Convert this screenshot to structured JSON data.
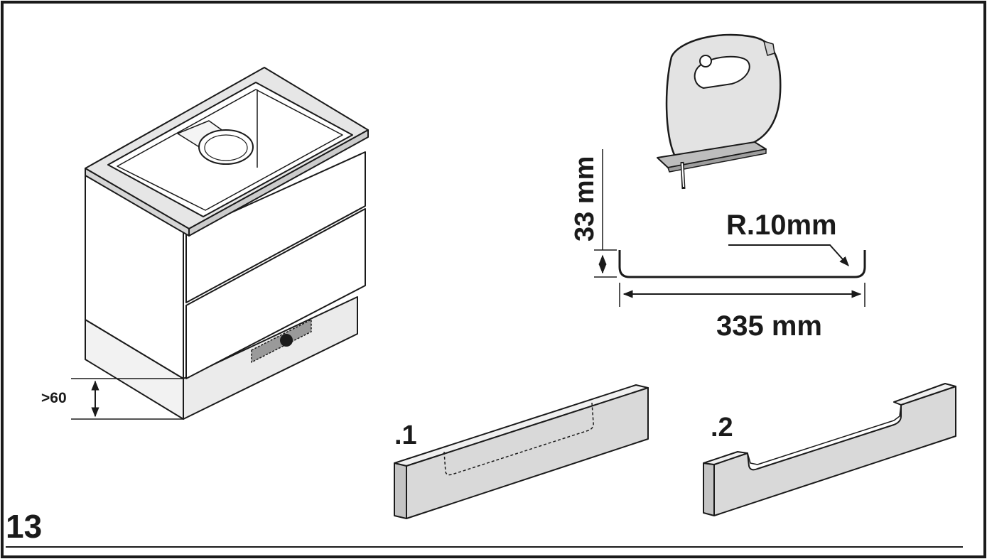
{
  "figure": {
    "number": "13",
    "colors": {
      "ink": "#1a1a1a",
      "panel": "#d9d9d9",
      "panel_light": "#ebebeb",
      "panel_dark": "#c4c4c4",
      "background": "#ffffff"
    },
    "icons": [
      "kitchen-cabinet-illustration",
      "jigsaw-icon",
      "plinth-panel-illustration"
    ]
  },
  "cabinet": {
    "plinth_height_label": ">60"
  },
  "cutout": {
    "height_label": "33 mm",
    "width_label": "335 mm",
    "radius_label": "R.10mm"
  },
  "panels": {
    "step1_label": ".1",
    "step2_label": ".2"
  }
}
